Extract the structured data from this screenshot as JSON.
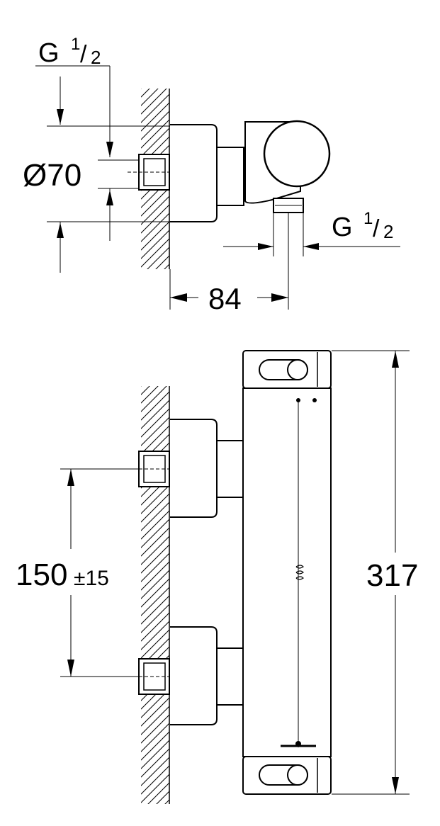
{
  "side_view": {
    "thread_top": {
      "letter": "G",
      "num": "1",
      "slash": "/",
      "den": "2"
    },
    "diameter": "Ø70",
    "thread_outlet": {
      "letter": "G",
      "num": "1",
      "slash": "/",
      "den": "2"
    },
    "depth": "84"
  },
  "front_view": {
    "center_distance": "150",
    "tolerance": "±15",
    "height": "317"
  },
  "colors": {
    "line": "#000000",
    "background": "#ffffff"
  }
}
